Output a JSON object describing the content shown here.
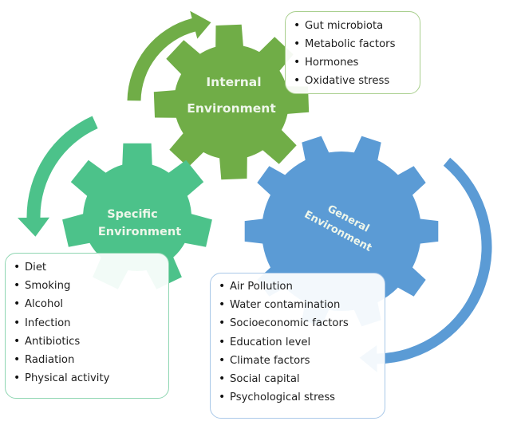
{
  "colors": {
    "internal": "#70ad47",
    "specific": "#4cc28a",
    "general": "#5b9bd5",
    "label_text": "#eef6ea"
  },
  "gears": {
    "internal": {
      "label_line1": "Internal",
      "label_line2": "Environment"
    },
    "specific": {
      "label_line1": "Specific",
      "label_line2": "Environment"
    },
    "general": {
      "label_line1": "General",
      "label_line2": "Environment"
    }
  },
  "arrows": [
    {
      "name": "internal-cycle-arrow",
      "color": "internal",
      "direction": "clockwise-up"
    },
    {
      "name": "specific-cycle-arrow",
      "color": "specific",
      "direction": "counterclockwise-down"
    },
    {
      "name": "general-cycle-arrow",
      "color": "general",
      "direction": "clockwise-down"
    }
  ],
  "boxes": {
    "internal": {
      "items": [
        "Gut microbiota",
        "Metabolic factors",
        "Hormones",
        "Oxidative stress"
      ]
    },
    "specific": {
      "items": [
        "Diet",
        "Smoking",
        "Alcohol",
        "Infection",
        "Antibiotics",
        "Radiation",
        "Physical activity"
      ]
    },
    "general": {
      "items": [
        "Air Pollution",
        "Water contamination",
        "Socioeconomic factors",
        "Education level",
        "Climate factors",
        "Social capital",
        "Psychological stress"
      ]
    }
  }
}
